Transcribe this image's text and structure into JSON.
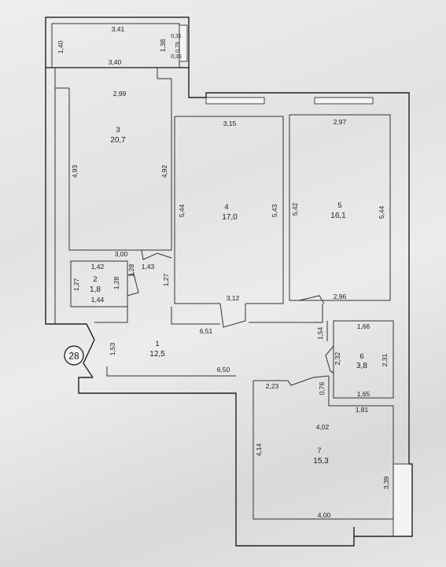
{
  "plan_number": "28",
  "rooms": [
    {
      "id": "1",
      "number": "1",
      "area": "12,5"
    },
    {
      "id": "2",
      "number": "2",
      "area": "1,8"
    },
    {
      "id": "3",
      "number": "3",
      "area": "20,7"
    },
    {
      "id": "4",
      "number": "4",
      "area": "17,0"
    },
    {
      "id": "5",
      "number": "5",
      "area": "16,1"
    },
    {
      "id": "6",
      "number": "6",
      "area": "3,8"
    },
    {
      "id": "7",
      "number": "7",
      "area": "15,3"
    }
  ],
  "dims": {
    "balcony_top": "3,41",
    "balcony_left": "1,40",
    "balcony_right": "1,38",
    "balcony_bottom": "3,40",
    "balcony_small_1": "0,31",
    "balcony_small_2": "0,79",
    "balcony_small_3": "0,35",
    "r3_top": "2,99",
    "r3_left": "4,93",
    "r3_right": "4,92",
    "r3_bottom": "3,00",
    "r4_top": "3,15",
    "r4_left": "5,44",
    "r4_right": "5,43",
    "r4_bottom": "3,12",
    "r5_top": "2,97",
    "r5_left": "5,42",
    "r5_right": "5,44",
    "r5_bottom": "2,96",
    "r2_top": "1,42",
    "r2_left": "1,27",
    "r2_right": "1,28",
    "r2_bottom": "1,44",
    "door_128": "1,28",
    "door_143": "1,43",
    "door_127": "1,27",
    "hall_top": "6,51",
    "hall_left": "1,53",
    "hall_bottom": "6,50",
    "r6_top": "1,66",
    "r6_left": "2,32",
    "r6_right": "2,31",
    "r6_bottom": "1,65",
    "corridor_154": "1,54",
    "corridor_076": "0,76",
    "r7_top_left": "2,23",
    "r7_top_right": "1,81",
    "r7_inner_top": "4,02",
    "r7_left": "4,14",
    "r7_right": "3,39",
    "r7_bottom": "4,00"
  }
}
